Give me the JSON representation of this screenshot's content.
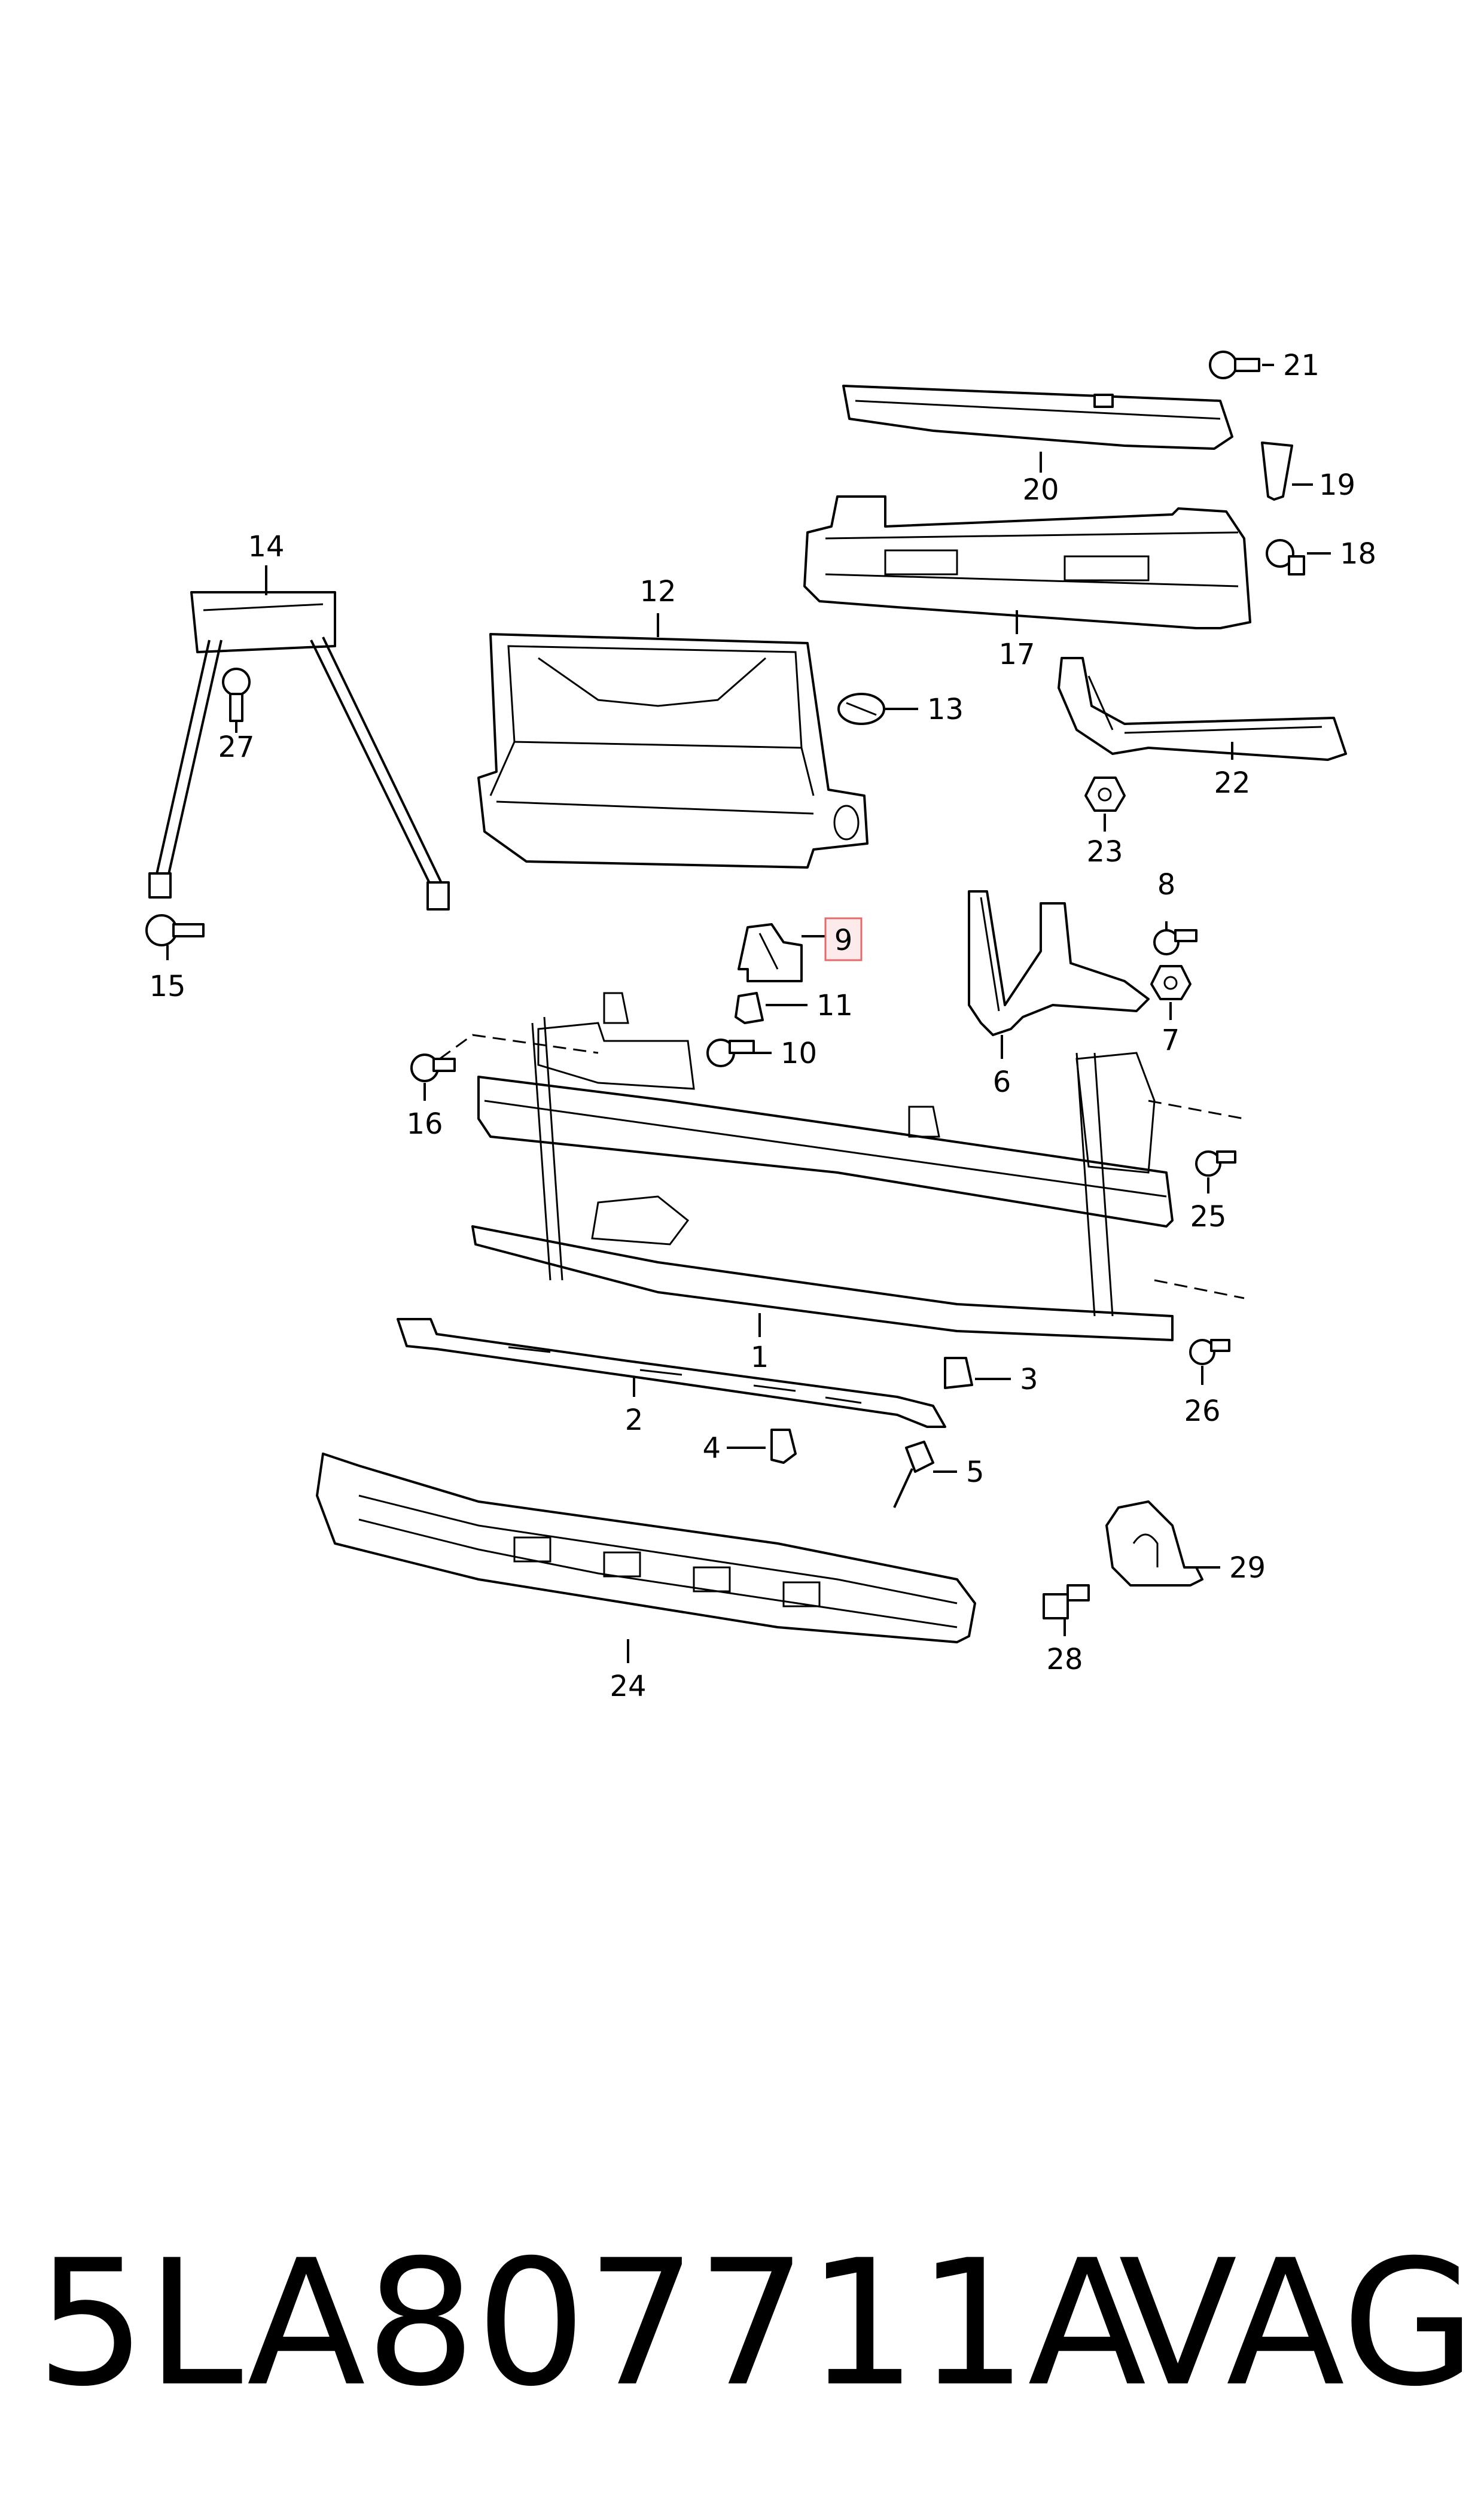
{
  "callouts": {
    "c1": "1",
    "c2": "2",
    "c3": "3",
    "c4": "4",
    "c5": "5",
    "c6": "6",
    "c7": "7",
    "c8": "8",
    "c9": "9",
    "c10": "10",
    "c11": "11",
    "c12": "12",
    "c13": "13",
    "c14": "14",
    "c15": "15",
    "c16": "16",
    "c17": "17",
    "c18": "18",
    "c19": "19",
    "c20": "20",
    "c21": "21",
    "c22": "22",
    "c23": "23",
    "c24": "24",
    "c25": "25",
    "c26": "26",
    "c27": "27",
    "c28": "28",
    "c29": "29"
  },
  "highlighted_callout": "9",
  "footer": {
    "part_number": "5LA807711A",
    "brand": "VAG"
  },
  "colors": {
    "ink": "#000000",
    "highlight_border": "#e36b6b",
    "highlight_fill": "#fdeaea",
    "background": "#ffffff"
  }
}
